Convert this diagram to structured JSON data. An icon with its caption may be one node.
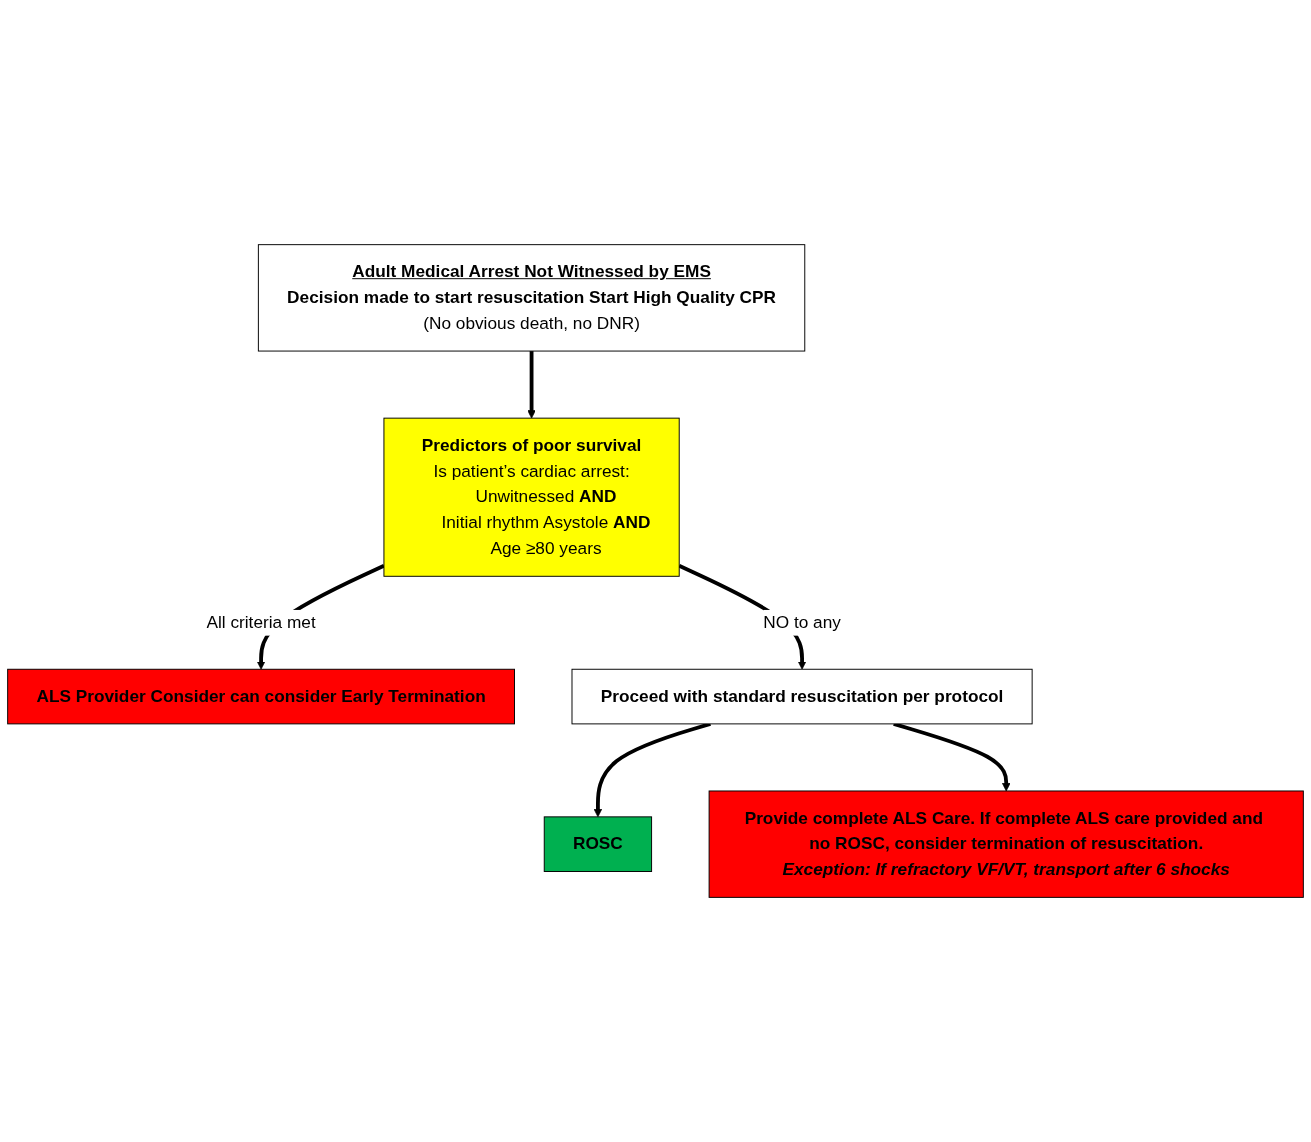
{
  "diagram": {
    "nodes": [
      {
        "text": [
          "Adult Medical Arrest Not Witnessed by EMS",
          "Decision made to start resuscitation Start High Quality CPR",
          "(No obvious death, no DNR)"
        ]
      },
      {
        "text": [
          "Predictors of poor survival",
          "Is patient’s cardiac arrest:",
          "Unwitnessed **AND**",
          "Initial rhythm Asystole **AND**",
          "Age ≥80 years"
        ]
      },
      {
        "text": [
          "ALS Provider Consider can consider Early Termination"
        ]
      },
      {
        "text": [
          "Proceed with standard resuscitation per protocol"
        ]
      },
      {
        "text": [
          "ROSC"
        ]
      },
      {
        "text": [
          "Provide complete ALS Care. If complete ALS care provided and no ROSC, consider termination of resuscitation.",
          "Exception: If refractory VF/VT, transport after 6 shocks"
        ]
      }
    ],
    "edges": [
      {
        "from": 0,
        "to": 1,
        "arrow": "to"
      },
      {
        "from": 1,
        "to": 2,
        "arrow": "to",
        "label": "All criteria met"
      },
      {
        "from": 1,
        "to": 3,
        "arrow": "to",
        "label": "NO to any"
      },
      {
        "from": 3,
        "to": 4,
        "arrow": "to"
      },
      {
        "from": 3,
        "to": 5,
        "arrow": "to"
      }
    ]
  }
}
